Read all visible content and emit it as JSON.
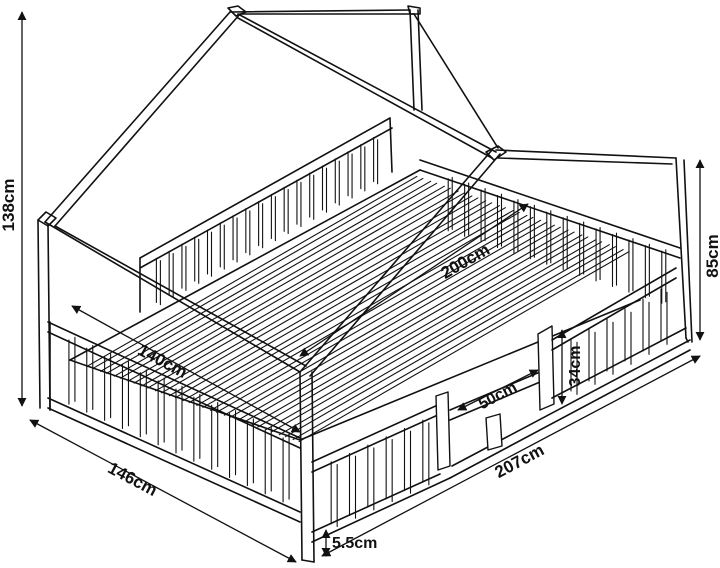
{
  "diagram": {
    "subject": "house-shaped floor bed frame with rails",
    "line_color": "#111111",
    "background": "#ffffff",
    "dimensions": {
      "total_height": "138cm",
      "side_height": "85cm",
      "rail_height": "34cm",
      "length_outer": "207cm",
      "width_outer": "146cm",
      "mattress_length": "200cm",
      "mattress_width": "140cm",
      "opening_width": "50cm",
      "leg_height": "5.5cm"
    }
  }
}
